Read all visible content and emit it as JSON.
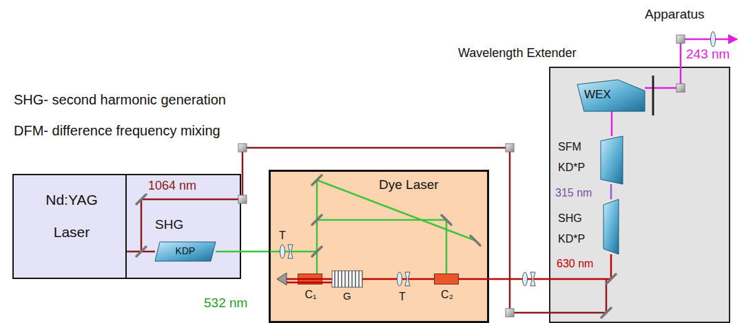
{
  "diagram": {
    "nodes": [
      {
        "text": [
          "Nd:YAG Laser"
        ]
      },
      {
        "text": [
          "SHG",
          "KDP"
        ],
        "in": 0
      },
      {
        "text": [
          "Dye Laser"
        ]
      },
      {
        "text": [
          "C₁"
        ],
        "in": 2
      },
      {
        "text": [
          "C₂"
        ],
        "in": 2
      },
      {
        "text": [
          "Wavelength Extender"
        ]
      },
      {
        "text": [
          "SFM",
          "KD*P"
        ],
        "in": 5
      },
      {
        "text": [
          "SHG",
          "KD*P"
        ],
        "in": 5
      },
      {
        "text": [
          "WEX"
        ],
        "in": 5
      }
    ],
    "edges": [
      {
        "from": 1,
        "to": 2,
        "arrow": "none"
      },
      {
        "from": 4,
        "to": 7,
        "arrow": "none"
      },
      {
        "from": 7,
        "to": 6,
        "arrow": "none"
      },
      {
        "from": 6,
        "to": 8,
        "arrow": "none"
      },
      {
        "from": 0,
        "to": 5,
        "arrow": "none"
      }
    ],
    "labels": [
      "SHG- second harmonic generation",
      "DFM- difference frequency mixing",
      "1064 nm",
      "532 nm",
      "T",
      "G",
      "T",
      "315 nm",
      "630 nm",
      "243 nm",
      "Apparatus"
    ]
  }
}
